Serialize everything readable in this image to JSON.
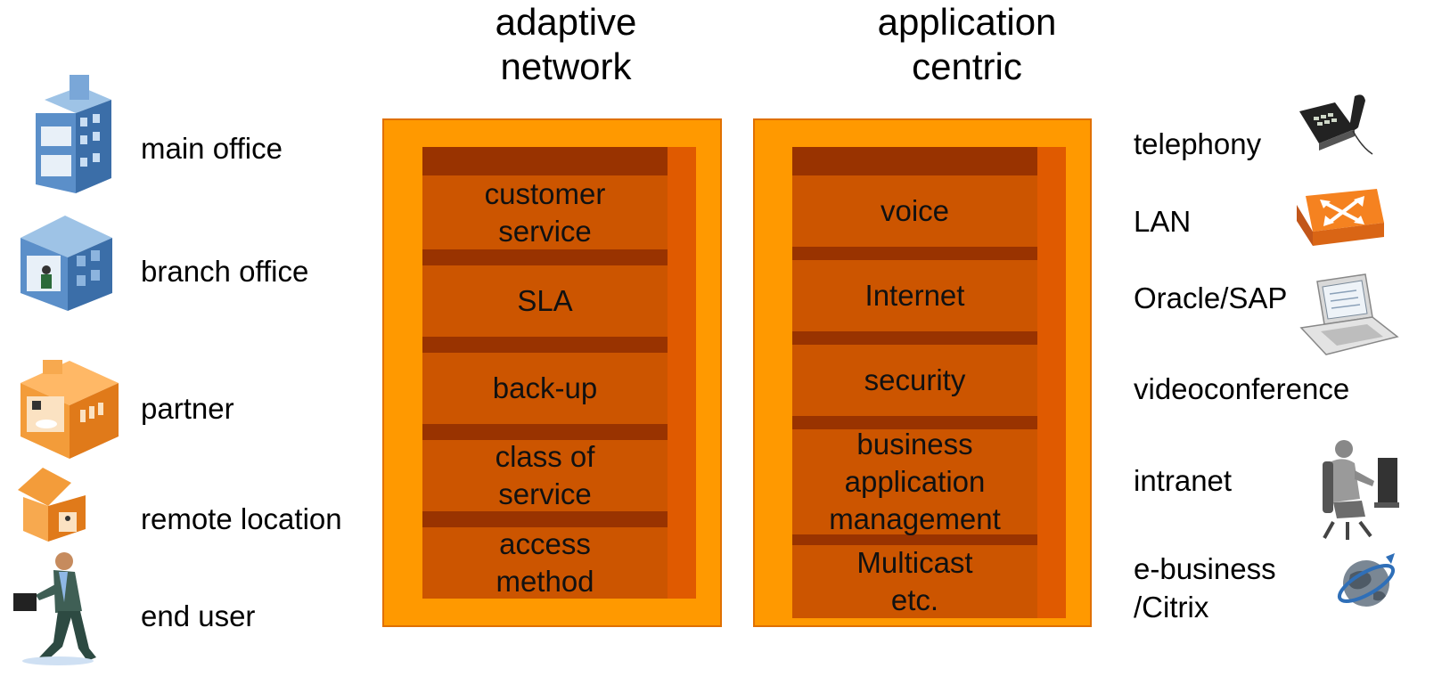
{
  "columns": {
    "left": {
      "title": "adaptive\nnetwork",
      "blocks": [
        {
          "label": "customer\nservice"
        },
        {
          "label": "SLA"
        },
        {
          "label": "back-up"
        },
        {
          "label": "class of\nservice"
        },
        {
          "label": "access\nmethod"
        }
      ]
    },
    "right": {
      "title": "application\ncentric",
      "blocks": [
        {
          "label": "voice"
        },
        {
          "label": "Internet"
        },
        {
          "label": "security"
        },
        {
          "label": "business\napplication\nmanagement"
        },
        {
          "label": "Multicast\netc."
        }
      ]
    }
  },
  "locations": [
    {
      "label": "main office",
      "icon": "office-building-icon"
    },
    {
      "label": "branch office",
      "icon": "branch-building-icon"
    },
    {
      "label": "partner",
      "icon": "partner-building-icon"
    },
    {
      "label": "remote location",
      "icon": "house-icon"
    },
    {
      "label": "end user",
      "icon": "running-businessman-icon"
    }
  ],
  "applications": [
    {
      "label": "telephony",
      "icon": "telephone-icon"
    },
    {
      "label": "LAN",
      "icon": "network-switch-icon"
    },
    {
      "label": "Oracle/SAP",
      "icon": "laptop-icon"
    },
    {
      "label": "videoconference"
    },
    {
      "label": "intranet",
      "icon": "person-at-computer-icon"
    },
    {
      "label": "e-business\n/Citrix",
      "icon": "globe-icon"
    }
  ],
  "colors": {
    "panel": "#FF9900",
    "block_front": "#CC5500",
    "block_top": "#993300",
    "block_side": "#E05A00"
  }
}
